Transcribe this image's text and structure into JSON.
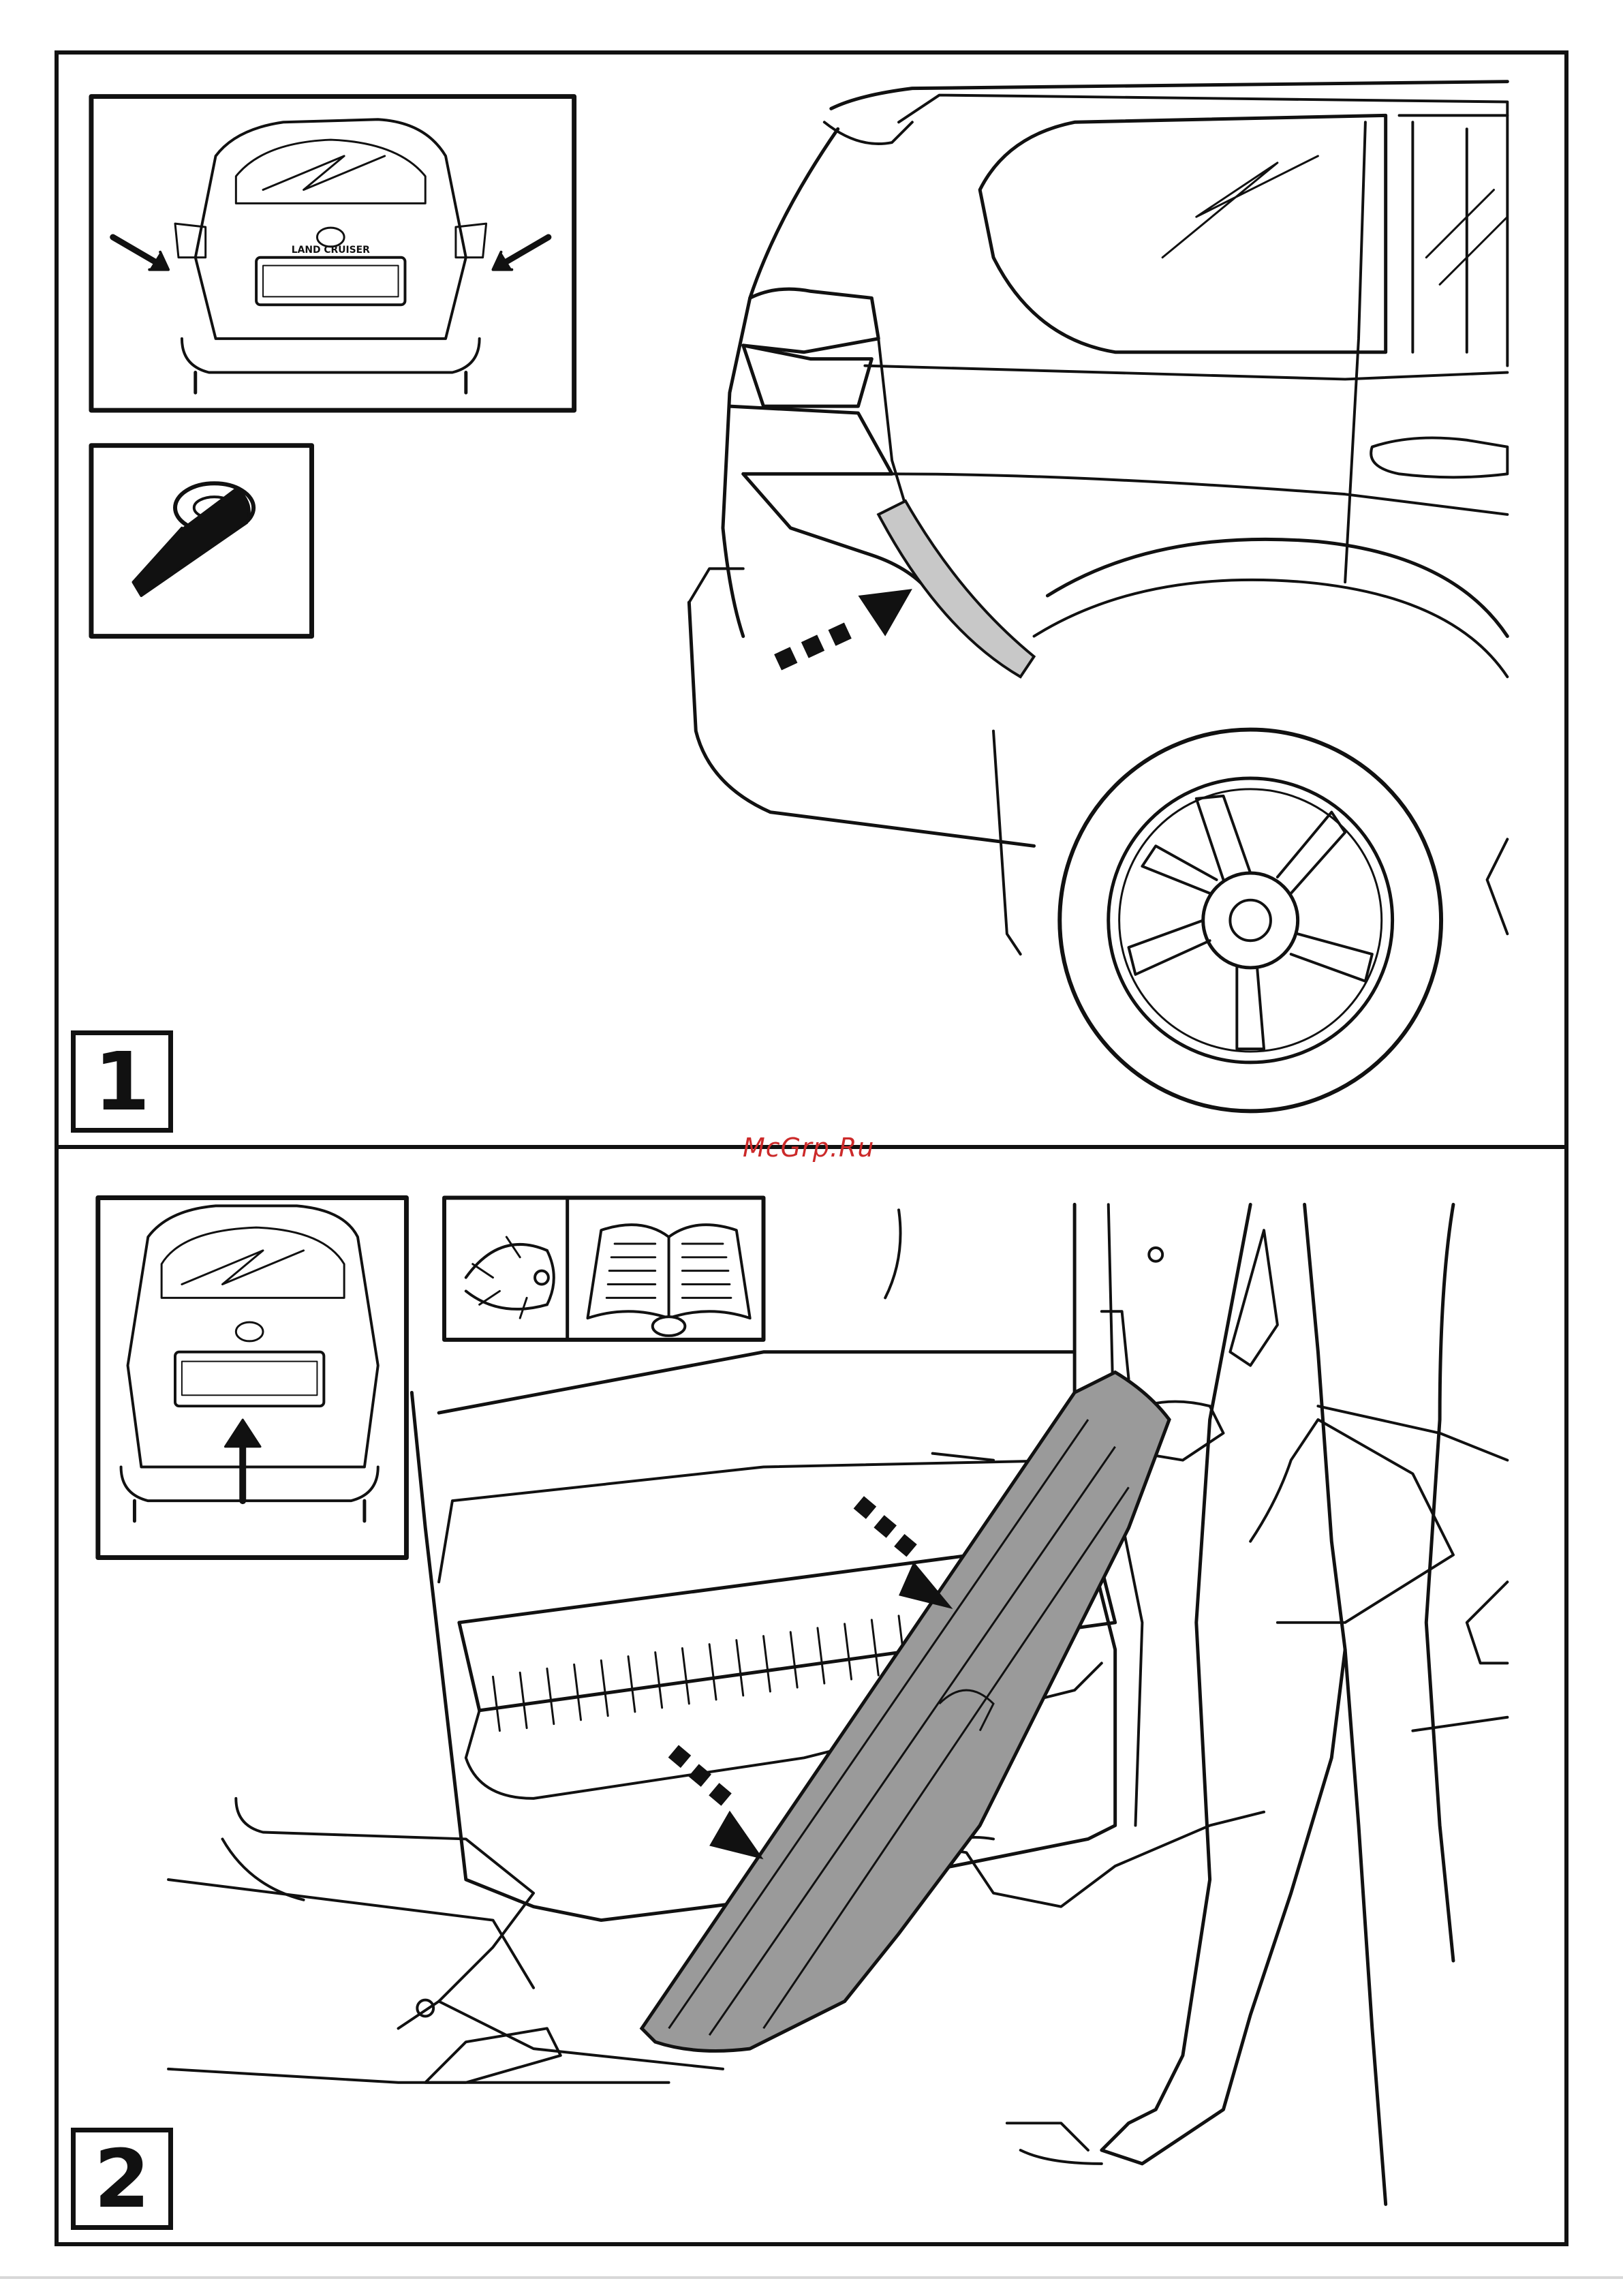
{
  "steps": [
    {
      "number": "1"
    },
    {
      "number": "2"
    }
  ],
  "watermark": "McGrp.Ru",
  "vehicle": {
    "badge_text": "LAND CRUISER"
  },
  "icons": {
    "inset_vehicle_rear": "vehicle-rear-icon",
    "tape_roll": "tape-roll-icon",
    "inspect_eye": "eye-icon",
    "manual_book": "manual-book-icon",
    "brand_emblem": "emblem-icon"
  },
  "colors": {
    "line": "#111111",
    "part_fill": "#9a9a9a",
    "tape_fill": "#c8c8c8",
    "watermark": "#cc2a2a"
  }
}
